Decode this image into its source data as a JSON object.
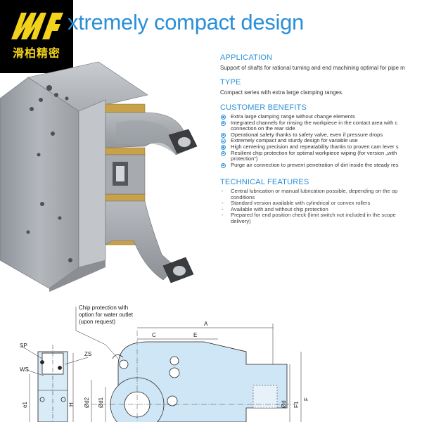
{
  "logo": {
    "text": "滑柏精密"
  },
  "title": "xtremely compact design",
  "application": {
    "heading": "APPLICATION",
    "text": "Support of shafts for rational turning and end machining optimal for pipe m"
  },
  "type": {
    "heading": "TYPE",
    "text": "Compact series with extra large clamping ranges."
  },
  "benefits": {
    "heading": "CUSTOMER BENEFITS",
    "items": [
      {
        "line": "Extra large clamping range without change elements"
      },
      {
        "line": "Integrated channels for rinsing the workpiece in the contact area with c",
        "cont": "connection on the rear side"
      },
      {
        "line": "Operational safety thanks to safety valve, even if pressure drops"
      },
      {
        "line": "Extremely compact and sturdy design for variable use"
      },
      {
        "line": "High centering precision and repeatability thanks to proven cam lever s"
      },
      {
        "line": "Resilient chip protection for optimal workpiece wiping (for version „with",
        "cont": "protection“)"
      },
      {
        "line": "Purge air connection to prevent penetration of dirt inside the steady res"
      }
    ]
  },
  "features": {
    "heading": "TECHNICAL FEATURES",
    "items": [
      {
        "line": "Central lubrication or manual lubrication possible, depending on the op",
        "cont": "conditions"
      },
      {
        "line": "Standard version available with cylindrical or convex rollers"
      },
      {
        "line": "Available with and without chip protection"
      },
      {
        "line": "Prepared for end position check (limit switch not included in the scope",
        "cont": "delivery)"
      }
    ]
  },
  "drawing": {
    "callout_line1": "Chip protection with",
    "callout_line2": "option for water outlet",
    "callout_line3": "(upon request)",
    "labels": {
      "sp": "SP",
      "zs": "ZS",
      "ws": "WS",
      "e1": "e1",
      "h": "H",
      "d2": "Ød2",
      "d1": "Ød1",
      "a": "A",
      "c": "C",
      "e": "E",
      "d": "Ød",
      "f1": "F1",
      "f": "F"
    }
  },
  "colors": {
    "accent": "#2a8fd8",
    "logo_bg": "#000000",
    "logo_fg": "#f2d21a",
    "drawing_fill": "#cfe6f6"
  }
}
